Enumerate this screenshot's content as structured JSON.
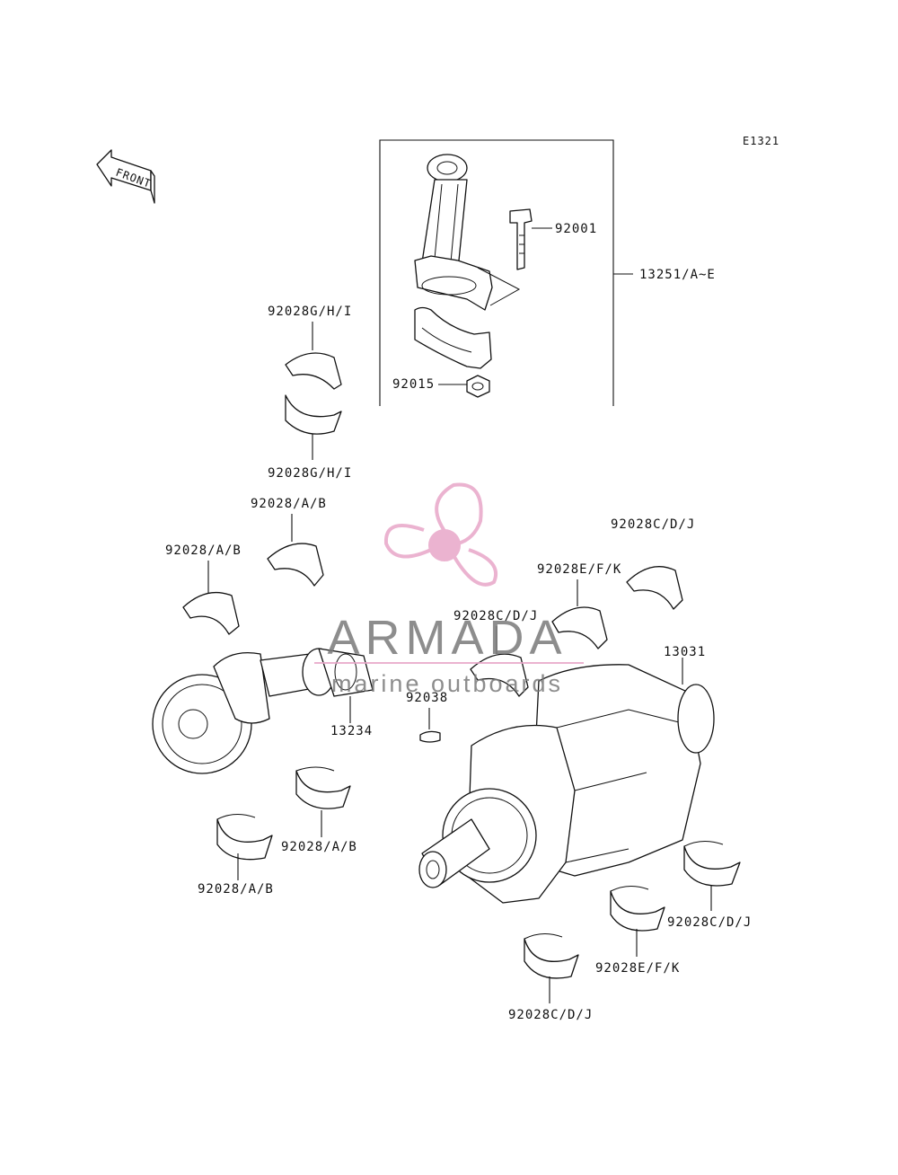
{
  "diagram": {
    "code": "E1321",
    "front_label": "FRONT",
    "labels": {
      "rod_bolt": "92001",
      "con_rod_assy": "13251/A~E",
      "rod_nut": "92015",
      "rod_bearing_upper": "92028G/H/I",
      "rod_bearing_lower": "92028G/H/I",
      "bal_bearing_top": "92028/A/B",
      "bal_bearing_left": "92028/A/B",
      "bal_bearing_mid": "92028/A/B",
      "bal_bearing_bottom": "92028/A/B",
      "balancer_shaft": "13234",
      "key": "92038",
      "main_bearing_top_right": "92028C/D/J",
      "main_bearing_efk_top": "92028E/F/K",
      "main_bearing_cdj_mid": "92028C/D/J",
      "crankshaft": "13031",
      "main_bearing_cdj_right": "92028C/D/J",
      "main_bearing_efk_bottom": "92028E/F/K",
      "main_bearing_cdj_bottom": "92028C/D/J"
    }
  },
  "watermark": {
    "brand": "ARMADA",
    "tagline": "marine outboards",
    "color": "#e8a6c8"
  }
}
